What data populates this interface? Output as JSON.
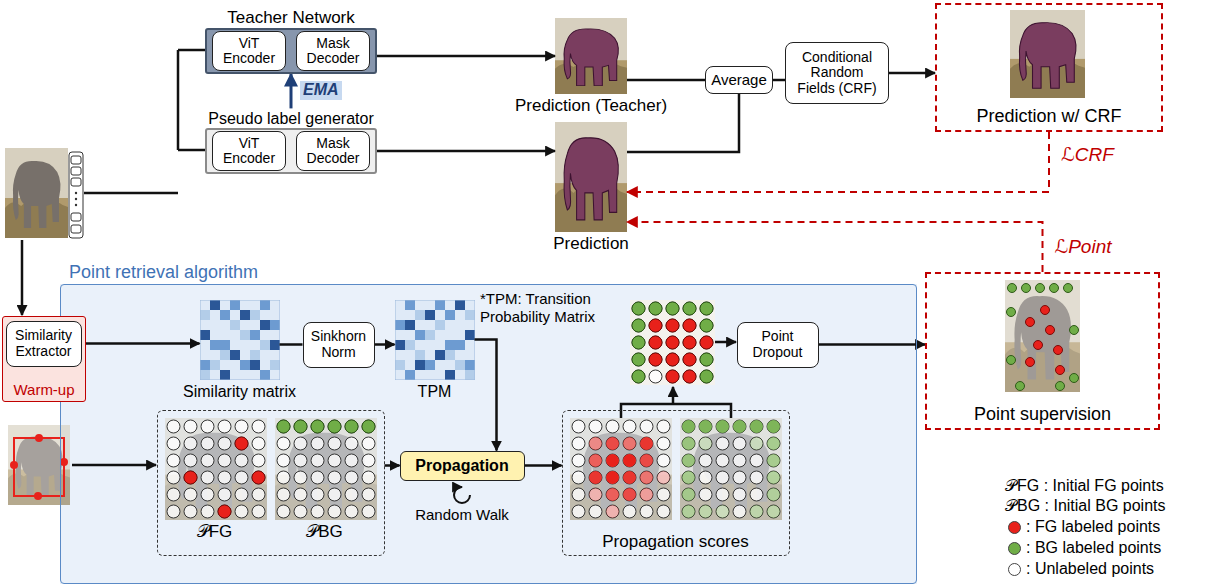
{
  "diagram": {
    "nodes": [
      {
        "text": [
          "Teacher Network"
        ]
      },
      {
        "text": [
          "ViT Encoder"
        ],
        "in": 0
      },
      {
        "text": [
          "Mask Decoder"
        ],
        "in": 0
      },
      {
        "text": [
          "Pseudo label generator"
        ]
      },
      {
        "text": [
          "ViT Encoder"
        ],
        "in": 3
      },
      {
        "text": [
          "Mask Decoder"
        ],
        "in": 3
      },
      {
        "text": [
          "Prediction (Teacher)"
        ]
      },
      {
        "text": [
          "Average"
        ]
      },
      {
        "text": [
          "Conditional Random Fields (CRF)"
        ]
      },
      {
        "text": [
          "Prediction w/ CRF"
        ]
      },
      {
        "text": [
          "Prediction"
        ]
      },
      {
        "text": [
          "Point retrieval algorithm"
        ]
      },
      {
        "text": [
          "Warm-up"
        ]
      },
      {
        "text": [
          "Similarity Extractor"
        ],
        "in": 12
      },
      {
        "text": [
          "Similarity matrix"
        ],
        "in": 11
      },
      {
        "text": [
          "Sinkhorn Norm"
        ],
        "in": 11
      },
      {
        "text": [
          "TPM"
        ],
        "in": 11
      },
      {
        "text": [
          "𝒫FG",
          "𝒫BG"
        ],
        "in": 11
      },
      {
        "text": [
          "Propagation"
        ],
        "in": 11
      },
      {
        "text": [
          "Propagation scores"
        ],
        "in": 11
      },
      {
        "text": [
          "Point Dropout"
        ],
        "in": 11
      },
      {
        "text": [
          "Point supervision"
        ]
      }
    ],
    "edges": [
      {
        "from": 3,
        "to": 0,
        "arrow": "to",
        "label": "EMA"
      },
      {
        "from": 0,
        "to": 6,
        "arrow": "to"
      },
      {
        "from": 3,
        "to": 10,
        "arrow": "to"
      },
      {
        "from": 6,
        "to": 7,
        "arrow": "none"
      },
      {
        "from": 10,
        "to": 7,
        "arrow": "none"
      },
      {
        "from": 7,
        "to": 8,
        "arrow": "none"
      },
      {
        "from": 8,
        "to": 9,
        "arrow": "to"
      },
      {
        "from": 9,
        "to": 10,
        "arrow": "to",
        "label": "ℒCRF"
      },
      {
        "from": 21,
        "to": 10,
        "arrow": "to",
        "label": "ℒPoint"
      },
      {
        "from": 13,
        "to": 14,
        "arrow": "to"
      },
      {
        "from": 14,
        "to": 15,
        "arrow": "none"
      },
      {
        "from": 15,
        "to": 16,
        "arrow": "to"
      },
      {
        "from": 16,
        "to": 18,
        "arrow": "to"
      },
      {
        "from": 17,
        "to": 18,
        "arrow": "to"
      },
      {
        "from": 18,
        "to": 19,
        "arrow": "to"
      },
      {
        "from": 20,
        "to": 21,
        "arrow": "to"
      }
    ],
    "labels": [
      "*TPM: Transition Probability Matrix",
      "Random Walk",
      "𝒫FG : Initial FG points",
      "𝒫BG : Initial BG points"
    ],
    "legend": [
      {
        "text": ": FG labeled points",
        "color": "#e8211b"
      },
      {
        "text": ": BG labeled points",
        "color": "#70ad47"
      },
      {
        "text": ": Unlabeled points",
        "color": "#ffffff"
      }
    ]
  }
}
